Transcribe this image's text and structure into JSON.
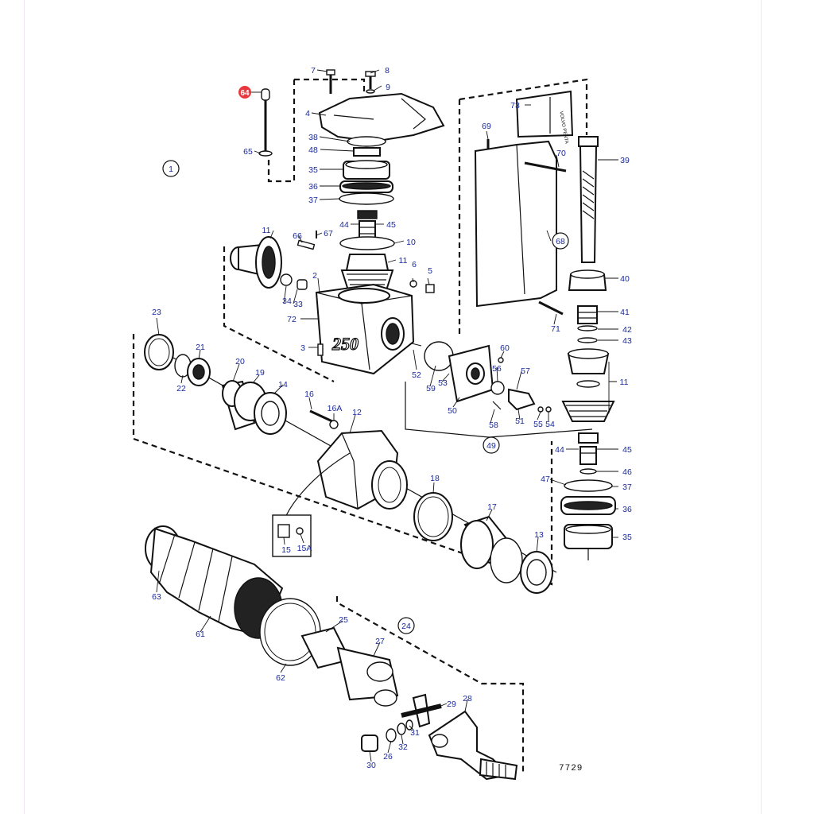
{
  "labels": {
    "l1": "1",
    "l2": "2",
    "l3": "3",
    "l4": "4",
    "l5": "5",
    "l6": "6",
    "l7": "7",
    "l8": "8",
    "l9": "9",
    "l10": "10",
    "l11a": "11",
    "l11b": "11",
    "l11c": "11",
    "l12": "12",
    "l13": "13",
    "l14": "14",
    "l15": "15",
    "l15a": "15A",
    "l16": "16",
    "l16a": "16A",
    "l17": "17",
    "l18": "18",
    "l19": "19",
    "l20": "20",
    "l21": "21",
    "l22": "22",
    "l23": "23",
    "l24": "24",
    "l25": "25",
    "l26": "26",
    "l27": "27",
    "l28": "28",
    "l29": "29",
    "l30": "30",
    "l31": "31",
    "l32": "32",
    "l33": "33",
    "l34": "34",
    "l35a": "35",
    "l35b": "35",
    "l36a": "36",
    "l36b": "36",
    "l37a": "37",
    "l37b": "37",
    "l38": "38",
    "l39": "39",
    "l40": "40",
    "l41": "41",
    "l42": "42",
    "l43": "43",
    "l44a": "44",
    "l44b": "44",
    "l45a": "45",
    "l45b": "45",
    "l46": "46",
    "l47": "47",
    "l48": "48",
    "l49": "49",
    "l50": "50",
    "l51": "51",
    "l52": "52",
    "l53": "53",
    "l54": "54",
    "l55": "55",
    "l56": "56",
    "l57": "57",
    "l58": "58",
    "l59": "59",
    "l60": "60",
    "l61": "61",
    "l62": "62",
    "l63": "63",
    "l64": "64",
    "l65": "65",
    "l66": "66",
    "l67": "67",
    "l68": "68",
    "l69": "69",
    "l70": "70",
    "l71": "71",
    "l72": "72",
    "l73": "73"
  },
  "figure_number": "7729",
  "housing_marking": "250",
  "highlight_color": "#e8383d",
  "label_color": "#1a2a9a"
}
